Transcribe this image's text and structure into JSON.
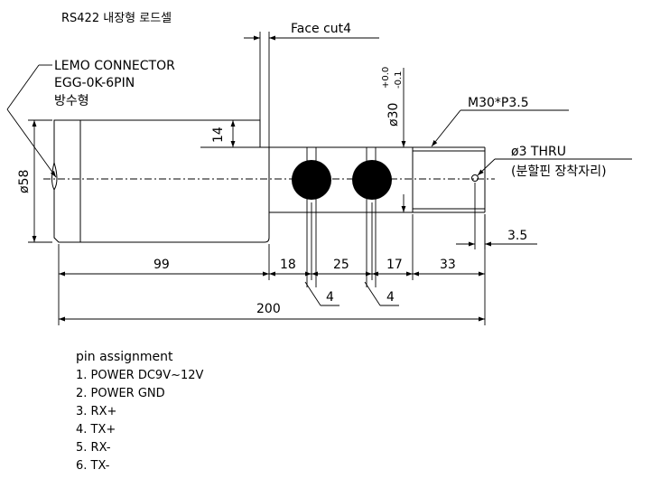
{
  "title": "RS422 내장형 로드셀",
  "face_cut": "Face cut4",
  "connector": {
    "line1": "LEMO CONNECTOR",
    "line2": "EGG-0K-6PIN",
    "line3": "방수형"
  },
  "thread": "M30*P3.5",
  "hole": {
    "line1": "ø3 THRU",
    "line2": "(분할핀 장착자리)"
  },
  "dims": {
    "dia58": "ø58",
    "dia30": "ø30",
    "tol_upper": "+0.0",
    "tol_lower": "-0.1",
    "d14": "14",
    "d99": "99",
    "d18": "18",
    "d25": "25",
    "d17": "17",
    "d33": "33",
    "d35": "3.5",
    "d4a": "4",
    "d4b": "4",
    "d200": "200"
  },
  "pins": {
    "heading": "pin assignment",
    "items": [
      "1. POWER DC9V~12V",
      "2. POWER GND",
      "3. RX+",
      "4. TX+",
      "5. RX-",
      "6. TX-"
    ]
  },
  "colors": {
    "ink": "#000000",
    "background": "#ffffff"
  }
}
